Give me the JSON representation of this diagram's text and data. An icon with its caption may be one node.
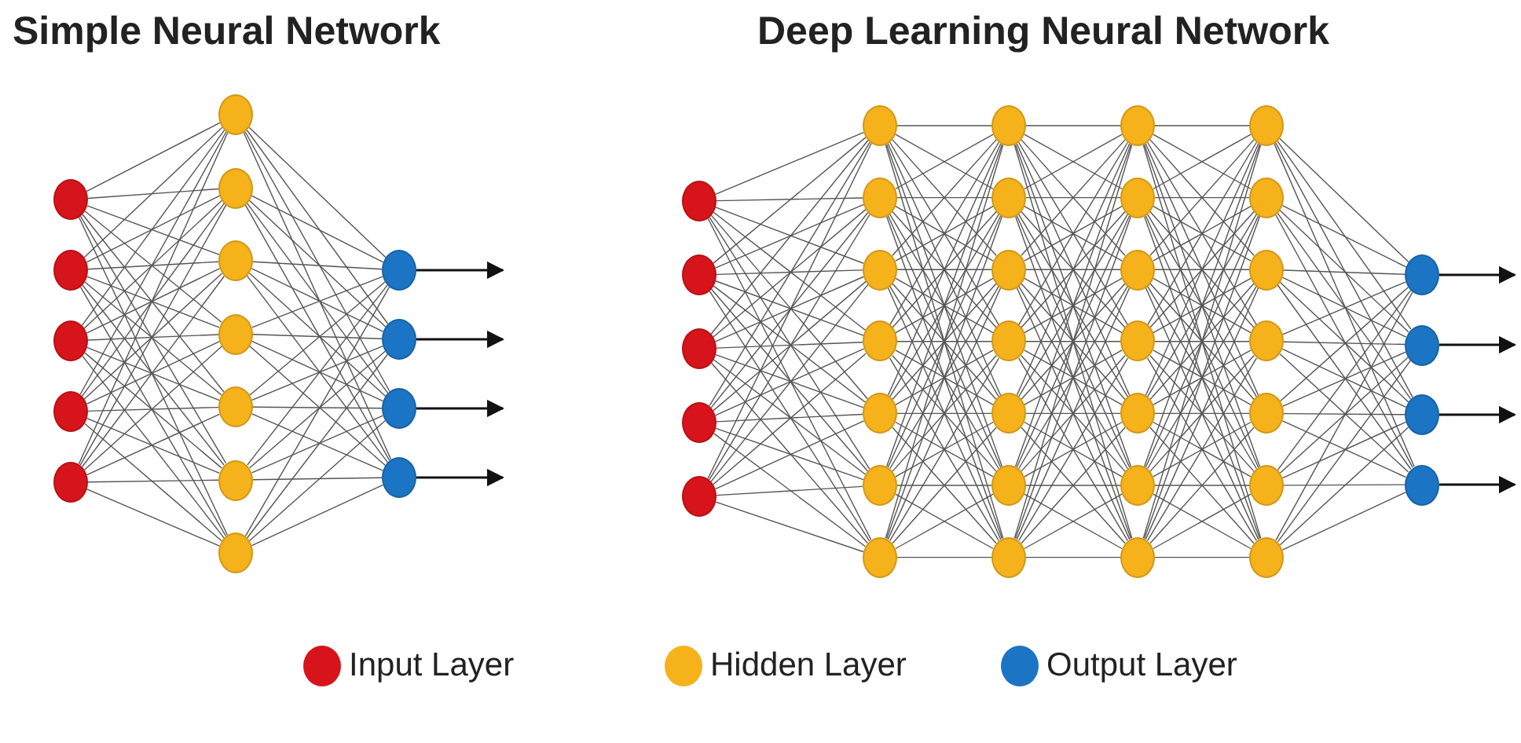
{
  "diagram": {
    "nodes": [
      {
        "text": [],
        "shape": "circle"
      },
      {
        "text": [],
        "shape": "circle"
      },
      {
        "text": [],
        "shape": "circle"
      },
      {
        "text": [],
        "shape": "circle"
      },
      {
        "text": [],
        "shape": "circle"
      },
      {
        "text": [],
        "shape": "circle"
      },
      {
        "text": [],
        "shape": "circle"
      },
      {
        "text": [],
        "shape": "circle"
      },
      {
        "text": [],
        "shape": "circle"
      },
      {
        "text": [],
        "shape": "circle"
      },
      {
        "text": [],
        "shape": "circle"
      },
      {
        "text": [],
        "shape": "circle"
      },
      {
        "text": [],
        "shape": "circle"
      },
      {
        "text": [],
        "shape": "circle"
      },
      {
        "text": [],
        "shape": "circle"
      },
      {
        "text": [],
        "shape": "circle"
      },
      {
        "text": [],
        "shape": "circle"
      },
      {
        "text": [],
        "shape": "circle"
      },
      {
        "text": [],
        "shape": "circle"
      },
      {
        "text": [],
        "shape": "circle"
      },
      {
        "text": [],
        "shape": "circle"
      },
      {
        "text": [],
        "shape": "circle"
      },
      {
        "text": [],
        "shape": "circle"
      },
      {
        "text": [],
        "shape": "circle"
      },
      {
        "text": [],
        "shape": "circle"
      },
      {
        "text": [],
        "shape": "circle"
      },
      {
        "text": [],
        "shape": "circle"
      },
      {
        "text": [],
        "shape": "circle"
      },
      {
        "text": [],
        "shape": "circle"
      },
      {
        "text": [],
        "shape": "circle"
      },
      {
        "text": [],
        "shape": "circle"
      },
      {
        "text": [],
        "shape": "circle"
      },
      {
        "text": [],
        "shape": "circle"
      },
      {
        "text": [],
        "shape": "circle"
      },
      {
        "text": [],
        "shape": "circle"
      },
      {
        "text": [],
        "shape": "circle"
      },
      {
        "text": [],
        "shape": "circle"
      },
      {
        "text": [],
        "shape": "circle"
      },
      {
        "text": [],
        "shape": "circle"
      },
      {
        "text": [],
        "shape": "circle"
      },
      {
        "text": [],
        "shape": "circle"
      },
      {
        "text": [],
        "shape": "circle"
      },
      {
        "text": [],
        "shape": "circle"
      },
      {
        "text": [],
        "shape": "circle"
      },
      {
        "text": [],
        "shape": "circle"
      },
      {
        "text": [],
        "shape": "circle"
      },
      {
        "text": [],
        "shape": "circle"
      },
      {
        "text": [],
        "shape": "circle"
      },
      {
        "text": [],
        "shape": "circle"
      },
      {
        "text": [],
        "shape": "circle"
      },
      {
        "text": [],
        "shape": "circle"
      },
      {
        "text": [],
        "shape": "circle"
      },
      {
        "text": [],
        "shape": "circle"
      }
    ],
    "edges": [
      {
        "from": 0,
        "to": 5,
        "arrow": "none"
      },
      {
        "from": 0,
        "to": 6,
        "arrow": "none"
      },
      {
        "from": 0,
        "to": 7,
        "arrow": "none"
      },
      {
        "from": 0,
        "to": 8,
        "arrow": "none"
      },
      {
        "from": 0,
        "to": 9,
        "arrow": "none"
      },
      {
        "from": 0,
        "to": 10,
        "arrow": "none"
      },
      {
        "from": 0,
        "to": 11,
        "arrow": "none"
      },
      {
        "from": 1,
        "to": 5,
        "arrow": "none"
      },
      {
        "from": 1,
        "to": 6,
        "arrow": "none"
      },
      {
        "from": 1,
        "to": 7,
        "arrow": "none"
      },
      {
        "from": 1,
        "to": 8,
        "arrow": "none"
      },
      {
        "from": 1,
        "to": 9,
        "arrow": "none"
      },
      {
        "from": 1,
        "to": 10,
        "arrow": "none"
      },
      {
        "from": 1,
        "to": 11,
        "arrow": "none"
      },
      {
        "from": 2,
        "to": 5,
        "arrow": "none"
      },
      {
        "from": 2,
        "to": 6,
        "arrow": "none"
      },
      {
        "from": 2,
        "to": 7,
        "arrow": "none"
      },
      {
        "from": 2,
        "to": 8,
        "arrow": "none"
      },
      {
        "from": 2,
        "to": 9,
        "arrow": "none"
      },
      {
        "from": 2,
        "to": 10,
        "arrow": "none"
      },
      {
        "from": 2,
        "to": 11,
        "arrow": "none"
      },
      {
        "from": 3,
        "to": 5,
        "arrow": "none"
      },
      {
        "from": 3,
        "to": 6,
        "arrow": "none"
      },
      {
        "from": 3,
        "to": 7,
        "arrow": "none"
      },
      {
        "from": 3,
        "to": 8,
        "arrow": "none"
      },
      {
        "from": 3,
        "to": 9,
        "arrow": "none"
      },
      {
        "from": 3,
        "to": 10,
        "arrow": "none"
      },
      {
        "from": 3,
        "to": 11,
        "arrow": "none"
      },
      {
        "from": 4,
        "to": 5,
        "arrow": "none"
      },
      {
        "from": 4,
        "to": 6,
        "arrow": "none"
      },
      {
        "from": 4,
        "to": 7,
        "arrow": "none"
      },
      {
        "from": 4,
        "to": 8,
        "arrow": "none"
      },
      {
        "from": 4,
        "to": 9,
        "arrow": "none"
      },
      {
        "from": 4,
        "to": 10,
        "arrow": "none"
      },
      {
        "from": 4,
        "to": 11,
        "arrow": "none"
      },
      {
        "from": 5,
        "to": 12,
        "arrow": "none"
      },
      {
        "from": 5,
        "to": 13,
        "arrow": "none"
      },
      {
        "from": 5,
        "to": 14,
        "arrow": "none"
      },
      {
        "from": 5,
        "to": 15,
        "arrow": "none"
      },
      {
        "from": 6,
        "to": 12,
        "arrow": "none"
      },
      {
        "from": 6,
        "to": 13,
        "arrow": "none"
      },
      {
        "from": 6,
        "to": 14,
        "arrow": "none"
      },
      {
        "from": 6,
        "to": 15,
        "arrow": "none"
      },
      {
        "from": 7,
        "to": 12,
        "arrow": "none"
      },
      {
        "from": 7,
        "to": 13,
        "arrow": "none"
      },
      {
        "from": 7,
        "to": 14,
        "arrow": "none"
      },
      {
        "from": 7,
        "to": 15,
        "arrow": "none"
      },
      {
        "from": 8,
        "to": 12,
        "arrow": "none"
      },
      {
        "from": 8,
        "to": 13,
        "arrow": "none"
      },
      {
        "from": 8,
        "to": 14,
        "arrow": "none"
      },
      {
        "from": 8,
        "to": 15,
        "arrow": "none"
      },
      {
        "from": 9,
        "to": 12,
        "arrow": "none"
      },
      {
        "from": 9,
        "to": 13,
        "arrow": "none"
      },
      {
        "from": 9,
        "to": 14,
        "arrow": "none"
      },
      {
        "from": 9,
        "to": 15,
        "arrow": "none"
      },
      {
        "from": 10,
        "to": 12,
        "arrow": "none"
      },
      {
        "from": 10,
        "to": 13,
        "arrow": "none"
      },
      {
        "from": 10,
        "to": 14,
        "arrow": "none"
      },
      {
        "from": 10,
        "to": 15,
        "arrow": "none"
      },
      {
        "from": 11,
        "to": 12,
        "arrow": "none"
      },
      {
        "from": 11,
        "to": 13,
        "arrow": "none"
      },
      {
        "from": 11,
        "to": 14,
        "arrow": "none"
      },
      {
        "from": 11,
        "to": 15,
        "arrow": "none"
      },
      {
        "from": 12,
        "to": null,
        "arrow": "to"
      },
      {
        "from": 13,
        "to": null,
        "arrow": "to"
      },
      {
        "from": 14,
        "to": null,
        "arrow": "to"
      },
      {
        "from": 15,
        "to": null,
        "arrow": "to"
      },
      {
        "from": 16,
        "to": 21,
        "arrow": "none"
      },
      {
        "from": 16,
        "to": 22,
        "arrow": "none"
      },
      {
        "from": 16,
        "to": 23,
        "arrow": "none"
      },
      {
        "from": 16,
        "to": 24,
        "arrow": "none"
      },
      {
        "from": 16,
        "to": 25,
        "arrow": "none"
      },
      {
        "from": 16,
        "to": 26,
        "arrow": "none"
      },
      {
        "from": 16,
        "to": 27,
        "arrow": "none"
      },
      {
        "from": 17,
        "to": 21,
        "arrow": "none"
      },
      {
        "from": 17,
        "to": 22,
        "arrow": "none"
      },
      {
        "from": 17,
        "to": 23,
        "arrow": "none"
      },
      {
        "from": 17,
        "to": 24,
        "arrow": "none"
      },
      {
        "from": 17,
        "to": 25,
        "arrow": "none"
      },
      {
        "from": 17,
        "to": 26,
        "arrow": "none"
      },
      {
        "from": 17,
        "to": 27,
        "arrow": "none"
      },
      {
        "from": 18,
        "to": 21,
        "arrow": "none"
      },
      {
        "from": 18,
        "to": 22,
        "arrow": "none"
      },
      {
        "from": 18,
        "to": 23,
        "arrow": "none"
      },
      {
        "from": 18,
        "to": 24,
        "arrow": "none"
      },
      {
        "from": 18,
        "to": 25,
        "arrow": "none"
      },
      {
        "from": 18,
        "to": 26,
        "arrow": "none"
      },
      {
        "from": 18,
        "to": 27,
        "arrow": "none"
      },
      {
        "from": 19,
        "to": 21,
        "arrow": "none"
      },
      {
        "from": 19,
        "to": 22,
        "arrow": "none"
      },
      {
        "from": 19,
        "to": 23,
        "arrow": "none"
      },
      {
        "from": 19,
        "to": 24,
        "arrow": "none"
      },
      {
        "from": 19,
        "to": 25,
        "arrow": "none"
      },
      {
        "from": 19,
        "to": 26,
        "arrow": "none"
      },
      {
        "from": 19,
        "to": 27,
        "arrow": "none"
      },
      {
        "from": 20,
        "to": 21,
        "arrow": "none"
      },
      {
        "from": 20,
        "to": 22,
        "arrow": "none"
      },
      {
        "from": 20,
        "to": 23,
        "arrow": "none"
      },
      {
        "from": 20,
        "to": 24,
        "arrow": "none"
      },
      {
        "from": 20,
        "to": 25,
        "arrow": "none"
      },
      {
        "from": 20,
        "to": 26,
        "arrow": "none"
      },
      {
        "from": 20,
        "to": 27,
        "arrow": "none"
      },
      {
        "from": 21,
        "to": 28,
        "arrow": "none"
      },
      {
        "from": 21,
        "to": 29,
        "arrow": "none"
      },
      {
        "from": 21,
        "to": 30,
        "arrow": "none"
      },
      {
        "from": 21,
        "to": 31,
        "arrow": "none"
      },
      {
        "from": 21,
        "to": 32,
        "arrow": "none"
      },
      {
        "from": 21,
        "to": 33,
        "arrow": "none"
      },
      {
        "from": 21,
        "to": 34,
        "arrow": "none"
      },
      {
        "from": 22,
        "to": 28,
        "arrow": "none"
      },
      {
        "from": 22,
        "to": 29,
        "arrow": "none"
      },
      {
        "from": 22,
        "to": 30,
        "arrow": "none"
      },
      {
        "from": 22,
        "to": 31,
        "arrow": "none"
      },
      {
        "from": 22,
        "to": 32,
        "arrow": "none"
      },
      {
        "from": 22,
        "to": 33,
        "arrow": "none"
      },
      {
        "from": 22,
        "to": 34,
        "arrow": "none"
      },
      {
        "from": 23,
        "to": 28,
        "arrow": "none"
      },
      {
        "from": 23,
        "to": 29,
        "arrow": "none"
      },
      {
        "from": 23,
        "to": 30,
        "arrow": "none"
      },
      {
        "from": 23,
        "to": 31,
        "arrow": "none"
      },
      {
        "from": 23,
        "to": 32,
        "arrow": "none"
      },
      {
        "from": 23,
        "to": 33,
        "arrow": "none"
      },
      {
        "from": 23,
        "to": 34,
        "arrow": "none"
      },
      {
        "from": 24,
        "to": 28,
        "arrow": "none"
      },
      {
        "from": 24,
        "to": 29,
        "arrow": "none"
      },
      {
        "from": 24,
        "to": 30,
        "arrow": "none"
      },
      {
        "from": 24,
        "to": 31,
        "arrow": "none"
      },
      {
        "from": 24,
        "to": 32,
        "arrow": "none"
      },
      {
        "from": 24,
        "to": 33,
        "arrow": "none"
      },
      {
        "from": 24,
        "to": 34,
        "arrow": "none"
      },
      {
        "from": 25,
        "to": 28,
        "arrow": "none"
      },
      {
        "from": 25,
        "to": 29,
        "arrow": "none"
      },
      {
        "from": 25,
        "to": 30,
        "arrow": "none"
      },
      {
        "from": 25,
        "to": 31,
        "arrow": "none"
      },
      {
        "from": 25,
        "to": 32,
        "arrow": "none"
      },
      {
        "from": 25,
        "to": 33,
        "arrow": "none"
      },
      {
        "from": 25,
        "to": 34,
        "arrow": "none"
      },
      {
        "from": 26,
        "to": 28,
        "arrow": "none"
      },
      {
        "from": 26,
        "to": 29,
        "arrow": "none"
      },
      {
        "from": 26,
        "to": 30,
        "arrow": "none"
      },
      {
        "from": 26,
        "to": 31,
        "arrow": "none"
      },
      {
        "from": 26,
        "to": 32,
        "arrow": "none"
      },
      {
        "from": 26,
        "to": 33,
        "arrow": "none"
      },
      {
        "from": 26,
        "to": 34,
        "arrow": "none"
      },
      {
        "from": 27,
        "to": 28,
        "arrow": "none"
      },
      {
        "from": 27,
        "to": 29,
        "arrow": "none"
      },
      {
        "from": 27,
        "to": 30,
        "arrow": "none"
      },
      {
        "from": 27,
        "to": 31,
        "arrow": "none"
      },
      {
        "from": 27,
        "to": 32,
        "arrow": "none"
      },
      {
        "from": 27,
        "to": 33,
        "arrow": "none"
      },
      {
        "from": 27,
        "to": 34,
        "arrow": "none"
      },
      {
        "from": 28,
        "to": 35,
        "arrow": "none"
      },
      {
        "from": 28,
        "to": 36,
        "arrow": "none"
      },
      {
        "from": 28,
        "to": 37,
        "arrow": "none"
      },
      {
        "from": 28,
        "to": 38,
        "arrow": "none"
      },
      {
        "from": 28,
        "to": 39,
        "arrow": "none"
      },
      {
        "from": 28,
        "to": 40,
        "arrow": "none"
      },
      {
        "from": 28,
        "to": 41,
        "arrow": "none"
      },
      {
        "from": 29,
        "to": 35,
        "arrow": "none"
      },
      {
        "from": 29,
        "to": 36,
        "arrow": "none"
      },
      {
        "from": 29,
        "to": 37,
        "arrow": "none"
      },
      {
        "from": 29,
        "to": 38,
        "arrow": "none"
      },
      {
        "from": 29,
        "to": 39,
        "arrow": "none"
      },
      {
        "from": 29,
        "to": 40,
        "arrow": "none"
      },
      {
        "from": 29,
        "to": 41,
        "arrow": "none"
      },
      {
        "from": 30,
        "to": 35,
        "arrow": "none"
      },
      {
        "from": 30,
        "to": 36,
        "arrow": "none"
      },
      {
        "from": 30,
        "to": 37,
        "arrow": "none"
      },
      {
        "from": 30,
        "to": 38,
        "arrow": "none"
      },
      {
        "from": 30,
        "to": 39,
        "arrow": "none"
      },
      {
        "from": 30,
        "to": 40,
        "arrow": "none"
      },
      {
        "from": 30,
        "to": 41,
        "arrow": "none"
      },
      {
        "from": 31,
        "to": 35,
        "arrow": "none"
      },
      {
        "from": 31,
        "to": 36,
        "arrow": "none"
      },
      {
        "from": 31,
        "to": 37,
        "arrow": "none"
      },
      {
        "from": 31,
        "to": 38,
        "arrow": "none"
      },
      {
        "from": 31,
        "to": 39,
        "arrow": "none"
      },
      {
        "from": 31,
        "to": 40,
        "arrow": "none"
      },
      {
        "from": 31,
        "to": 41,
        "arrow": "none"
      },
      {
        "from": 32,
        "to": 35,
        "arrow": "none"
      },
      {
        "from": 32,
        "to": 36,
        "arrow": "none"
      },
      {
        "from": 32,
        "to": 37,
        "arrow": "none"
      },
      {
        "from": 32,
        "to": 38,
        "arrow": "none"
      },
      {
        "from": 32,
        "to": 39,
        "arrow": "none"
      },
      {
        "from": 32,
        "to": 40,
        "arrow": "none"
      },
      {
        "from": 32,
        "to": 41,
        "arrow": "none"
      },
      {
        "from": 33,
        "to": 35,
        "arrow": "none"
      },
      {
        "from": 33,
        "to": 36,
        "arrow": "none"
      },
      {
        "from": 33,
        "to": 37,
        "arrow": "none"
      },
      {
        "from": 33,
        "to": 38,
        "arrow": "none"
      },
      {
        "from": 33,
        "to": 39,
        "arrow": "none"
      },
      {
        "from": 33,
        "to": 40,
        "arrow": "none"
      },
      {
        "from": 33,
        "to": 41,
        "arrow": "none"
      },
      {
        "from": 34,
        "to": 35,
        "arrow": "none"
      },
      {
        "from": 34,
        "to": 36,
        "arrow": "none"
      },
      {
        "from": 34,
        "to": 37,
        "arrow": "none"
      },
      {
        "from": 34,
        "to": 38,
        "arrow": "none"
      },
      {
        "from": 34,
        "to": 39,
        "arrow": "none"
      },
      {
        "from": 34,
        "to": 40,
        "arrow": "none"
      },
      {
        "from": 34,
        "to": 41,
        "arrow": "none"
      },
      {
        "from": 35,
        "to": 42,
        "arrow": "none"
      },
      {
        "from": 35,
        "to": 43,
        "arrow": "none"
      },
      {
        "from": 35,
        "to": 44,
        "arrow": "none"
      },
      {
        "from": 35,
        "to": 45,
        "arrow": "none"
      },
      {
        "from": 35,
        "to": 46,
        "arrow": "none"
      },
      {
        "from": 35,
        "to": 47,
        "arrow": "none"
      },
      {
        "from": 35,
        "to": 48,
        "arrow": "none"
      },
      {
        "from": 36,
        "to": 42,
        "arrow": "none"
      },
      {
        "from": 36,
        "to": 43,
        "arrow": "none"
      },
      {
        "from": 36,
        "to": 44,
        "arrow": "none"
      },
      {
        "from": 36,
        "to": 45,
        "arrow": "none"
      },
      {
        "from": 36,
        "to": 46,
        "arrow": "none"
      },
      {
        "from": 36,
        "to": 47,
        "arrow": "none"
      },
      {
        "from": 36,
        "to": 48,
        "arrow": "none"
      },
      {
        "from": 37,
        "to": 42,
        "arrow": "none"
      },
      {
        "from": 37,
        "to": 43,
        "arrow": "none"
      },
      {
        "from": 37,
        "to": 44,
        "arrow": "none"
      },
      {
        "from": 37,
        "to": 45,
        "arrow": "none"
      },
      {
        "from": 37,
        "to": 46,
        "arrow": "none"
      },
      {
        "from": 37,
        "to": 47,
        "arrow": "none"
      },
      {
        "from": 37,
        "to": 48,
        "arrow": "none"
      },
      {
        "from": 38,
        "to": 42,
        "arrow": "none"
      },
      {
        "from": 38,
        "to": 43,
        "arrow": "none"
      },
      {
        "from": 38,
        "to": 44,
        "arrow": "none"
      },
      {
        "from": 38,
        "to": 45,
        "arrow": "none"
      },
      {
        "from": 38,
        "to": 46,
        "arrow": "none"
      },
      {
        "from": 38,
        "to": 47,
        "arrow": "none"
      },
      {
        "from": 38,
        "to": 48,
        "arrow": "none"
      },
      {
        "from": 39,
        "to": 42,
        "arrow": "none"
      },
      {
        "from": 39,
        "to": 43,
        "arrow": "none"
      },
      {
        "from": 39,
        "to": 44,
        "arrow": "none"
      },
      {
        "from": 39,
        "to": 45,
        "arrow": "none"
      },
      {
        "from": 39,
        "to": 46,
        "arrow": "none"
      },
      {
        "from": 39,
        "to": 47,
        "arrow": "none"
      },
      {
        "from": 39,
        "to": 48,
        "arrow": "none"
      },
      {
        "from": 40,
        "to": 42,
        "arrow": "none"
      },
      {
        "from": 40,
        "to": 43,
        "arrow": "none"
      },
      {
        "from": 40,
        "to": 44,
        "arrow": "none"
      },
      {
        "from": 40,
        "to": 45,
        "arrow": "none"
      },
      {
        "from": 40,
        "to": 46,
        "arrow": "none"
      },
      {
        "from": 40,
        "to": 47,
        "arrow": "none"
      },
      {
        "from": 40,
        "to": 48,
        "arrow": "none"
      },
      {
        "from": 41,
        "to": 42,
        "arrow": "none"
      },
      {
        "from": 41,
        "to": 43,
        "arrow": "none"
      },
      {
        "from": 41,
        "to": 44,
        "arrow": "none"
      },
      {
        "from": 41,
        "to": 45,
        "arrow": "none"
      },
      {
        "from": 41,
        "to": 46,
        "arrow": "none"
      },
      {
        "from": 41,
        "to": 47,
        "arrow": "none"
      },
      {
        "from": 41,
        "to": 48,
        "arrow": "none"
      },
      {
        "from": 42,
        "to": 49,
        "arrow": "none"
      },
      {
        "from": 42,
        "to": 50,
        "arrow": "none"
      },
      {
        "from": 42,
        "to": 51,
        "arrow": "none"
      },
      {
        "from": 42,
        "to": 52,
        "arrow": "none"
      },
      {
        "from": 43,
        "to": 49,
        "arrow": "none"
      },
      {
        "from": 43,
        "to": 50,
        "arrow": "none"
      },
      {
        "from": 43,
        "to": 51,
        "arrow": "none"
      },
      {
        "from": 43,
        "to": 52,
        "arrow": "none"
      },
      {
        "from": 44,
        "to": 49,
        "arrow": "none"
      },
      {
        "from": 44,
        "to": 50,
        "arrow": "none"
      },
      {
        "from": 44,
        "to": 51,
        "arrow": "none"
      },
      {
        "from": 44,
        "to": 52,
        "arrow": "none"
      },
      {
        "from": 45,
        "to": 49,
        "arrow": "none"
      },
      {
        "from": 45,
        "to": 50,
        "arrow": "none"
      },
      {
        "from": 45,
        "to": 51,
        "arrow": "none"
      },
      {
        "from": 45,
        "to": 52,
        "arrow": "none"
      },
      {
        "from": 46,
        "to": 49,
        "arrow": "none"
      },
      {
        "from": 46,
        "to": 50,
        "arrow": "none"
      },
      {
        "from": 46,
        "to": 51,
        "arrow": "none"
      },
      {
        "from": 46,
        "to": 52,
        "arrow": "none"
      },
      {
        "from": 47,
        "to": 49,
        "arrow": "none"
      },
      {
        "from": 47,
        "to": 50,
        "arrow": "none"
      },
      {
        "from": 47,
        "to": 51,
        "arrow": "none"
      },
      {
        "from": 47,
        "to": 52,
        "arrow": "none"
      },
      {
        "from": 48,
        "to": 49,
        "arrow": "none"
      },
      {
        "from": 48,
        "to": 50,
        "arrow": "none"
      },
      {
        "from": 48,
        "to": 51,
        "arrow": "none"
      },
      {
        "from": 48,
        "to": 52,
        "arrow": "none"
      },
      {
        "from": 49,
        "to": null,
        "arrow": "to"
      },
      {
        "from": 50,
        "to": null,
        "arrow": "to"
      },
      {
        "from": 51,
        "to": null,
        "arrow": "to"
      },
      {
        "from": 52,
        "to": null,
        "arrow": "to"
      }
    ],
    "labels": [
      "Simple Neural Network",
      "Deep Learning Neural Network"
    ],
    "legend": [
      {
        "text": "Input Layer",
        "color": "#d7141b"
      },
      {
        "text": "Hidden Layer",
        "color": "#f6b21b"
      },
      {
        "text": "Output Layer",
        "color": "#1c74c4"
      }
    ]
  }
}
